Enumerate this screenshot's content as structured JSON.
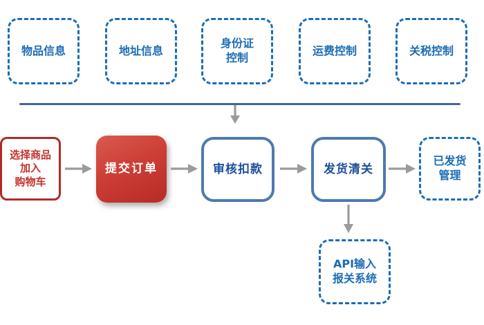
{
  "diagram": {
    "top_row": [
      {
        "id": "item-info",
        "label": "物品信息"
      },
      {
        "id": "address-info",
        "label": "地址信息"
      },
      {
        "id": "id-card-control",
        "label": "身份证\n控制"
      },
      {
        "id": "shipping-fee-control",
        "label": "运费控制"
      },
      {
        "id": "tariff-control",
        "label": "关税控制"
      }
    ],
    "main_flow": [
      {
        "id": "select-product",
        "label": "选择商品\n加入\n购物车",
        "style": "red-outline"
      },
      {
        "id": "submit-order",
        "label": "提交订单",
        "style": "red-solid"
      },
      {
        "id": "review-deduct",
        "label": "审核扣款",
        "style": "blue-solid"
      },
      {
        "id": "ship-customs",
        "label": "发货清关",
        "style": "blue-solid"
      },
      {
        "id": "shipped-management",
        "label": "已发货\n管理",
        "style": "blue-dashed"
      }
    ],
    "sub_flow": [
      {
        "id": "api-customs-system",
        "label": "API输入\n报关系统",
        "style": "blue-dashed"
      }
    ],
    "icons": {
      "arrow_right": "→",
      "arrow_down": "↓"
    },
    "colors": {
      "dashed_blue": "#1b6cb5",
      "solid_blue_border": "#4d7ab0",
      "navy_text": "#1d4e9c",
      "red_border": "#b12a27",
      "red_text": "#c5312d",
      "red_box_gradient_top": "#da5a50",
      "red_box_gradient_bottom": "#b82b26",
      "white_text": "#ffffff",
      "divider_blue": "#40699c",
      "arrow_gray": "#9b9b9b",
      "background": "#ffffff"
    }
  }
}
